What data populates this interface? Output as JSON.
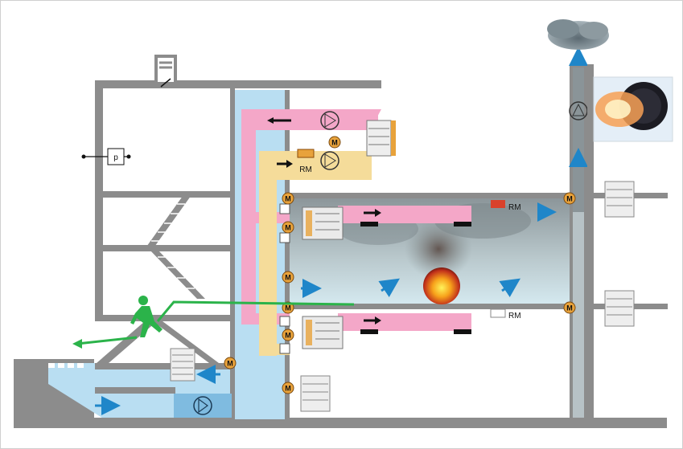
{
  "labels": {
    "pressure": "p",
    "motor": "M",
    "rm_supply": "RM",
    "rm_smoke_upper": "RM",
    "rm_smoke_lower": "RM"
  },
  "colors": {
    "wall": "#8c8c8c",
    "stairwell_air": "#b9def2",
    "pressure_duct": "#f4a7c8",
    "supply_duct": "#f5dc9a",
    "arrow_blue": "#1f86c9",
    "escape_green": "#2bb34a",
    "motor_orange": "#e8a23b",
    "rm_red": "#d9412b"
  },
  "icons": [
    "fan-icon",
    "motor-icon",
    "damper-icon",
    "smoke-detector-icon",
    "fire-icon",
    "person-running-icon",
    "pressure-sensor-icon"
  ]
}
